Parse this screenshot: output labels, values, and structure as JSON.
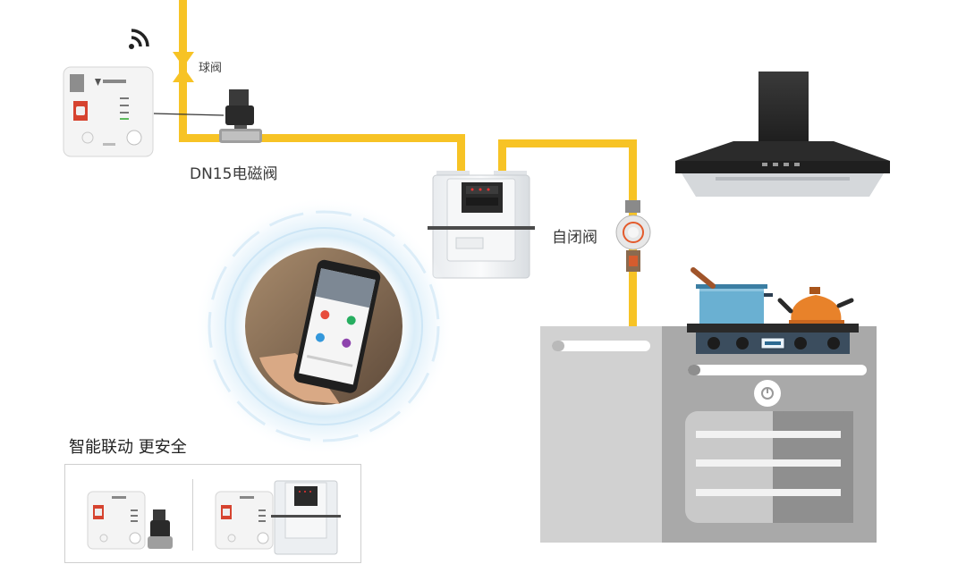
{
  "labels": {
    "ball_valve": "球阀",
    "solenoid_valve": "DN15电磁阀",
    "self_closing_valve": "自闭阀",
    "tagline": "智能联动 更安全"
  },
  "colors": {
    "pipe": "#f7c325",
    "hood": "#2d2d2d",
    "cabinet_light": "#cfcfcf",
    "cabinet_dark": "#a8a8a8",
    "pot": "#6ab0d2",
    "kettle": "#e8822a"
  },
  "icons": [
    "wifi-signal-icon",
    "ball-valve-icon",
    "solenoid-valve-icon",
    "gas-meter-icon",
    "self-closing-valve-icon",
    "range-hood-icon",
    "stove-icon",
    "pot-icon",
    "kettle-icon",
    "smartphone-icon"
  ]
}
